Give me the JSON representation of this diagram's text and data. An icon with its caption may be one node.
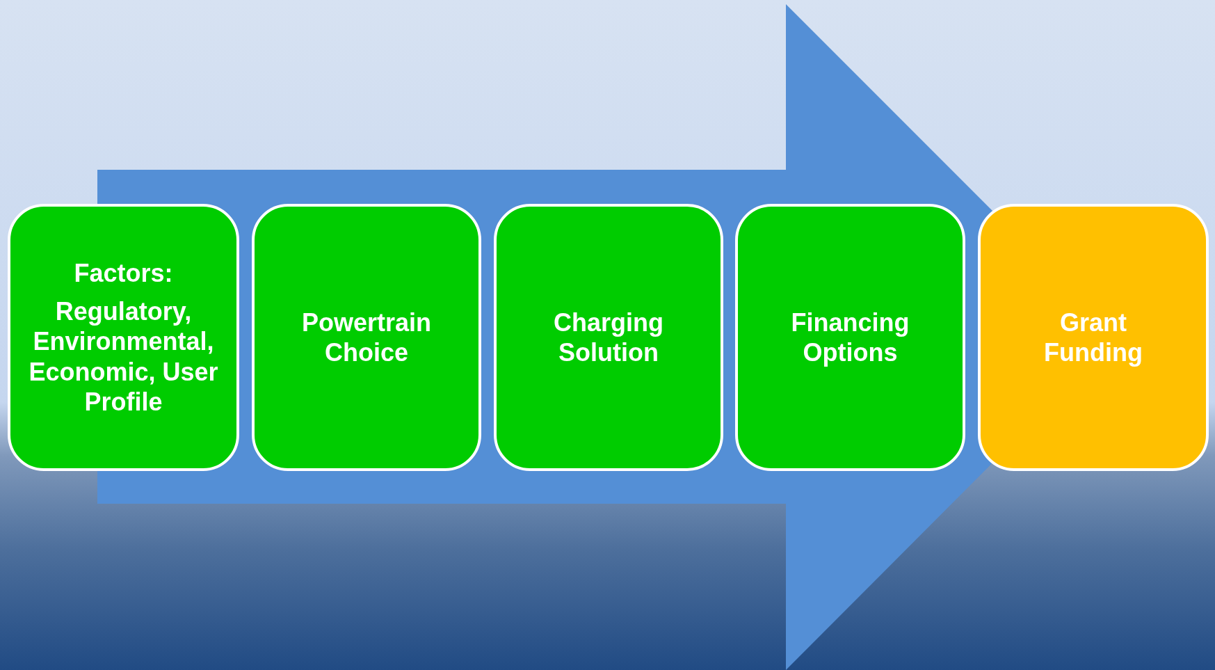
{
  "diagram": {
    "nodes": [
      {
        "text": [
          "Factors:",
          "Regulatory, Environmental, Economic, User Profile"
        ]
      },
      {
        "text": [
          "Powertrain Choice"
        ]
      },
      {
        "text": [
          "Charging Solution"
        ]
      },
      {
        "text": [
          "Financing Options"
        ]
      },
      {
        "text": [
          "Grant Funding"
        ]
      }
    ],
    "edges": [
      {
        "from": 0,
        "to": 4,
        "arrow": "to"
      }
    ]
  }
}
